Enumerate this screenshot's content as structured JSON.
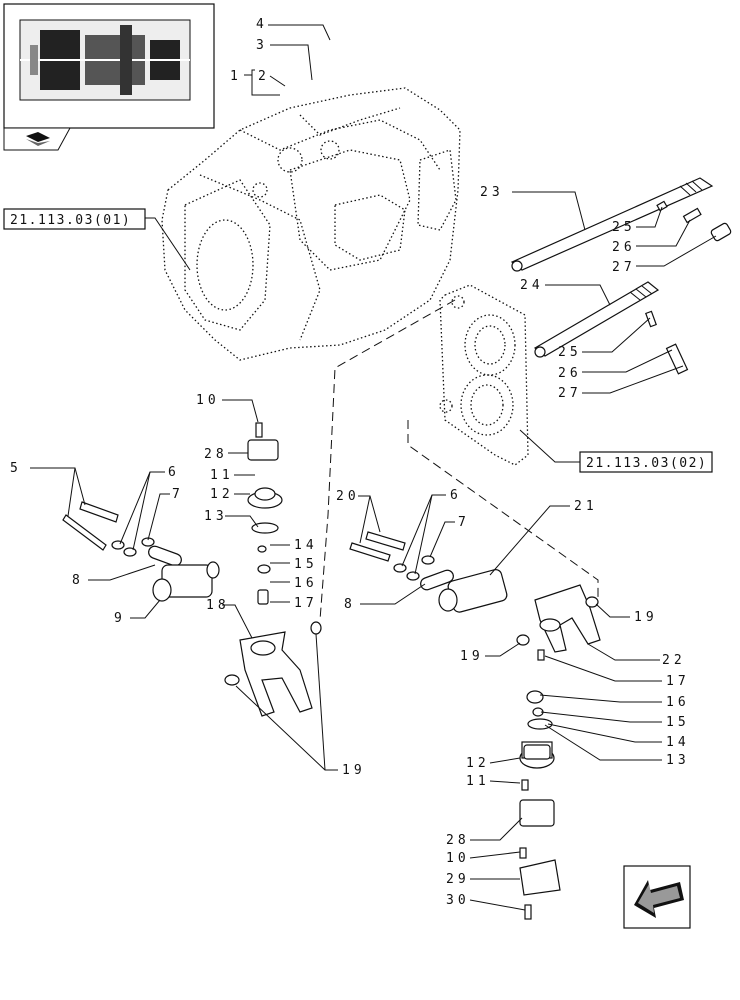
{
  "references": {
    "ref_housing": "21.113.03(01)",
    "ref_cover": "21.113.03(02)"
  },
  "callouts": [
    "1",
    "2",
    "3",
    "4",
    "5",
    "6",
    "7",
    "8",
    "9",
    "10",
    "11",
    "12",
    "13",
    "14",
    "15",
    "16",
    "17",
    "18",
    "19",
    "20",
    "21",
    "22",
    "23",
    "24",
    "25",
    "26",
    "27",
    "28",
    "29",
    "30"
  ],
  "icons": {
    "thumbnail": "transmission-overview-icon",
    "book": "book-icon",
    "navigation": "prev-arrow-icon"
  }
}
